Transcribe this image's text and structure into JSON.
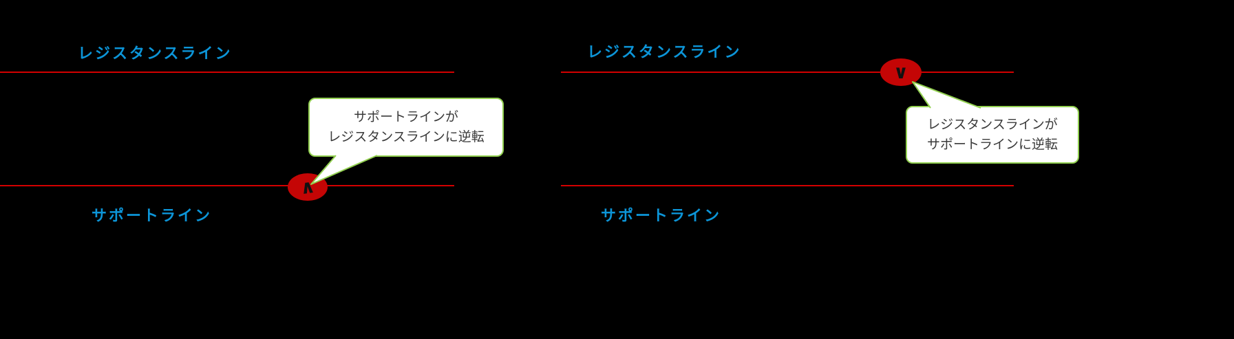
{
  "diagram_title": "support-resistance-reversal-diagram",
  "colors": {
    "background": "#000000",
    "trend_line": "#d40000",
    "label_blue": "#0c95d8",
    "marker_red": "#c40505",
    "callout_fill": "#ffffff",
    "callout_border": "#92d050",
    "callout_text": "#3a3a3a"
  },
  "left_panel": {
    "resistance_label": "レジスタンスライン",
    "support_label": "サポートライン",
    "callout_line1": "サポートラインが",
    "callout_line2": "レジスタンスラインに逆転",
    "marker_glyph": "∧"
  },
  "right_panel": {
    "resistance_label": "レジスタンスライン",
    "support_label": "サポートライン",
    "callout_line1": "レジスタンスラインが",
    "callout_line2": "サポートラインに逆転",
    "marker_glyph": "∨"
  }
}
